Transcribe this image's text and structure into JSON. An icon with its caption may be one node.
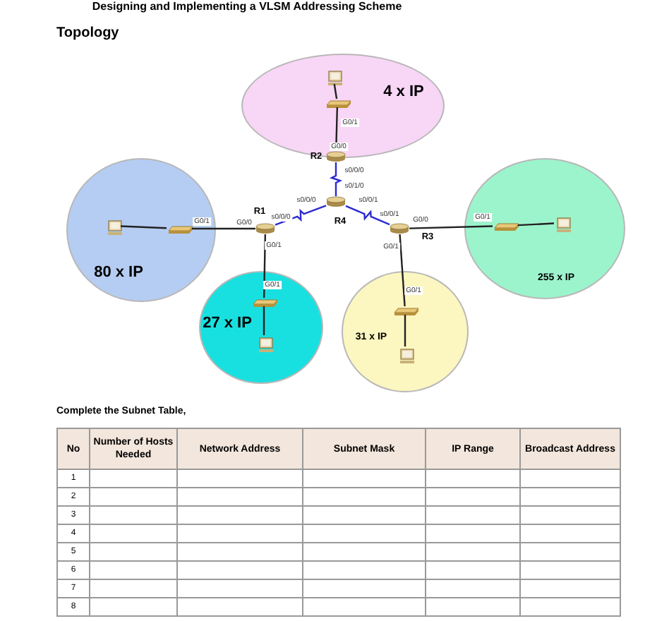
{
  "diagram": {
    "title": "Designing and Implementing a VLSM Addressing Scheme",
    "nodes": [
      {
        "text": [
          "4 x IP"
        ]
      },
      {
        "text": [],
        "shape": "computer",
        "in": 0
      },
      {
        "text": [],
        "shape": "switch",
        "in": 0
      },
      {
        "text": [
          "R2"
        ]
      },
      {
        "text": [
          "R4"
        ]
      },
      {
        "text": [
          "R1"
        ]
      },
      {
        "text": [
          "R3"
        ]
      },
      {
        "text": [
          "80 x IP"
        ]
      },
      {
        "text": [],
        "shape": "computer",
        "in": 7
      },
      {
        "text": [],
        "shape": "switch",
        "in": 7
      },
      {
        "text": [
          "27 x IP"
        ]
      },
      {
        "text": [],
        "shape": "switch",
        "in": 10
      },
      {
        "text": [],
        "shape": "computer",
        "in": 10
      },
      {
        "text": [
          "31 x IP"
        ]
      },
      {
        "text": [],
        "shape": "switch",
        "in": 13
      },
      {
        "text": [],
        "shape": "computer",
        "in": 13
      },
      {
        "text": [
          "255 x IP"
        ]
      },
      {
        "text": [],
        "shape": "switch",
        "in": 16
      },
      {
        "text": [],
        "shape": "computer",
        "in": 16
      }
    ],
    "edges": [
      {
        "from": 1,
        "to": 2,
        "arrow": "none"
      },
      {
        "from": 2,
        "to": 3,
        "arrow": "none"
      },
      {
        "from": 3,
        "to": 4,
        "arrow": "none",
        "color": "#2b2bd0"
      },
      {
        "from": 4,
        "to": 5,
        "arrow": "none",
        "color": "#2b2bd0"
      },
      {
        "from": 4,
        "to": 6,
        "arrow": "none",
        "color": "#2b2bd0"
      },
      {
        "from": 5,
        "to": 9,
        "arrow": "none"
      },
      {
        "from": 9,
        "to": 8,
        "arrow": "none"
      },
      {
        "from": 5,
        "to": 11,
        "arrow": "none"
      },
      {
        "from": 11,
        "to": 12,
        "arrow": "none"
      },
      {
        "from": 6,
        "to": 17,
        "arrow": "none"
      },
      {
        "from": 17,
        "to": 18,
        "arrow": "none"
      },
      {
        "from": 6,
        "to": 14,
        "arrow": "none"
      },
      {
        "from": 14,
        "to": 15,
        "arrow": "none"
      }
    ],
    "labels": [
      "Topology",
      "G0/1",
      "G0/0",
      "s0/0/0",
      "s0/1/0",
      "s0/0/0",
      "s0/0/1",
      "G0/1",
      "G0/0",
      "s0/0/0",
      "s0/0/1",
      "G0/0",
      "G0/1",
      "G0/1",
      "G0/1",
      "G0/1",
      "G0/1",
      "Complete the Subnet Table,",
      "No",
      "Number of Hosts Needed",
      "Network Address",
      "Subnet Mask",
      "IP Range",
      "Broadcast Address",
      "1",
      "2",
      "3",
      "4",
      "5",
      "6",
      "7",
      "8"
    ]
  }
}
